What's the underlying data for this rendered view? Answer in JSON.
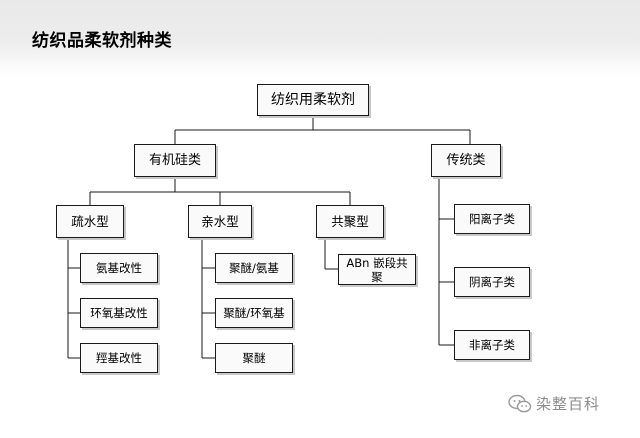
{
  "slide": {
    "title": "纺织品柔软剂种类"
  },
  "diagram": {
    "root": "纺织用柔软剂",
    "level1": {
      "organosilicon": "有机硅类",
      "traditional": "传统类"
    },
    "organosilicon_types": {
      "hydrophobic": "疏水型",
      "hydrophilic": "亲水型",
      "copolymer": "共聚型"
    },
    "hydrophobic_items": [
      "氨基改性",
      "环氧基改性",
      "羥基改性"
    ],
    "hydrophilic_items": [
      "聚醚/氨基",
      "聚醚/环氧基",
      "聚醚"
    ],
    "copolymer_items": [
      "ABn 嵌段共聚"
    ],
    "traditional_items": [
      "阳离子类",
      "阴离子类",
      "非离子类"
    ]
  },
  "watermark": {
    "text": "染整百科",
    "icon": "wechat-icon"
  }
}
